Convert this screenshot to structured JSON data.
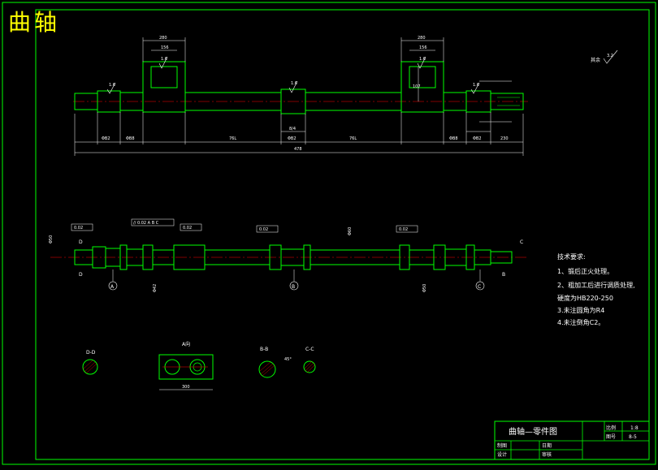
{
  "drawing": {
    "title": "曲轴",
    "surface_mark": "其余",
    "surface_value": "3.2"
  },
  "top_view": {
    "dims_bottom": [
      "ΦB2",
      "ΦB8",
      "76L",
      "ΦB2",
      "76L",
      "ΦB8",
      "ΦB2",
      "230"
    ],
    "overall": "478",
    "crank_width": "280",
    "crank_inner": "156",
    "roughness": [
      "1.6",
      "1.6",
      "1.6",
      "1.6",
      "1.6"
    ],
    "center_dim": "8/4",
    "side_dim": "107"
  },
  "mid_view": {
    "section_labels": [
      "A",
      "B",
      "C"
    ],
    "view_marks": [
      "D",
      "D",
      "C",
      "B"
    ],
    "tolerance_frames": [
      "0.02",
      "// 0.02 A B C",
      "0.02",
      "0.02",
      "0.02"
    ],
    "dim_labels": [
      "Φ50",
      "Φ42",
      "Φ60",
      "Φ50"
    ]
  },
  "notes": {
    "heading": "技术要求:",
    "items": [
      "1、锻后正火处理。",
      "2、粗加工后进行调质处理,",
      "硬度为HB220-250",
      "3.未注圆角为R4",
      "4.未注倒角C2。"
    ]
  },
  "details": {
    "section_dd": "D-D",
    "view_a": "A向",
    "section_bb": "B-B",
    "section_cc": "C-C",
    "angle": "45°",
    "dim_a": "300"
  },
  "title_block": {
    "part_name": "曲轴—零件图",
    "scale_label": "比例",
    "scale_value": "1:8",
    "code_label": "图号",
    "code_value": "8-5",
    "drawn_label": "制图",
    "design_label": "设计",
    "date_label": "日期",
    "check_label": "审核"
  },
  "colors": {
    "background": "#000000",
    "border": "#00ff00",
    "centerline": "#ff0000",
    "title": "#ffff00",
    "text": "#ffffff"
  }
}
